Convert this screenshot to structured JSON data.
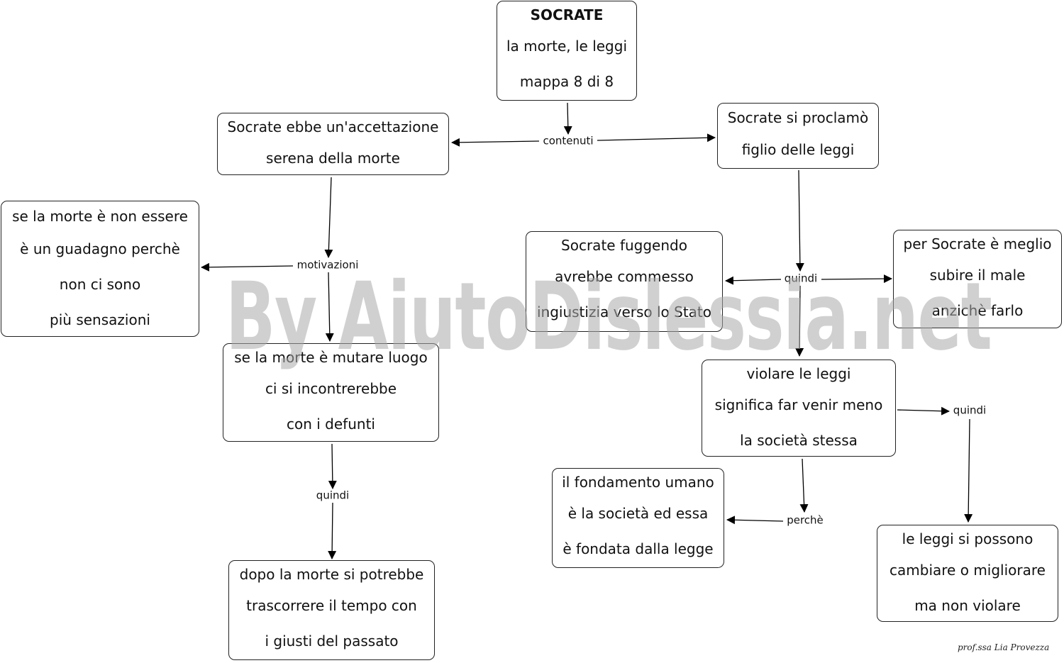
{
  "title_box": {
    "lines": [
      "SOCRATE",
      "la morte, le leggi",
      "mappa 8 di 8"
    ]
  },
  "nodes": {
    "accettazione": [
      "Socrate ebbe un'accettazione",
      "serena della morte"
    ],
    "proclamo": [
      "Socrate si proclamò",
      "figlio delle leggi"
    ],
    "non_essere": [
      "se la morte è non essere",
      "è un guadagno perchè",
      "non ci sono",
      "più sensazioni"
    ],
    "mutare_luogo": [
      "se la morte è mutare luogo",
      "ci si incontrerebbe",
      "con i defunti"
    ],
    "dopo_morte": [
      "dopo la morte si potrebbe",
      "trascorrere il tempo con",
      "i giusti del passato"
    ],
    "fuggendo": [
      "Socrate fuggendo",
      "avrebbe commesso",
      "ingiustizia verso lo Stato"
    ],
    "meglio": [
      "per Socrate è meglio",
      "subire il male",
      "anzichè farlo"
    ],
    "violare": [
      "violare le leggi",
      "significa far venir meno",
      "la società stessa"
    ],
    "fondamento": [
      "il fondamento umano",
      "è la società ed essa",
      "è fondata dalla legge"
    ],
    "cambiare": [
      "le leggi si possono",
      "cambiare o migliorare",
      "ma non violare"
    ]
  },
  "links": {
    "contenuti": "contenuti",
    "motivazioni": "motivazioni",
    "quindi_left": "quindi",
    "quindi_center": "quindi",
    "quindi_right": "quindi",
    "perche": "perchè"
  },
  "watermark": "By AiutoDislessia.net",
  "credit": "prof.ssa Lia Provezza"
}
